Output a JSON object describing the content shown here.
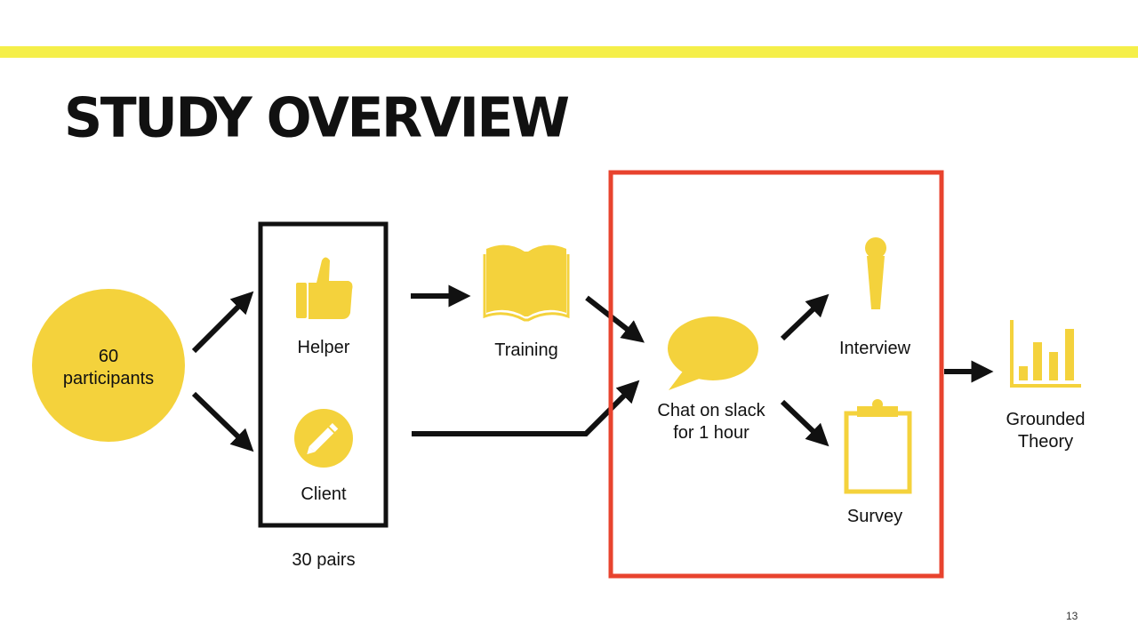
{
  "slide": {
    "title": "STUDY OVERVIEW",
    "page_number": "13",
    "accent_color": "#f5ef4a",
    "icon_color": "#f4d23c",
    "highlight_color": "#e8432e"
  },
  "diagram": {
    "participants": {
      "line1": "60",
      "line2": "participants"
    },
    "helper": {
      "label": "Helper",
      "icon": "thumbs-up-icon"
    },
    "client": {
      "label": "Client",
      "icon": "pencil-icon"
    },
    "pairs_label": "30 pairs",
    "training": {
      "label": "Training",
      "icon": "book-icon"
    },
    "chat": {
      "line1": "Chat on slack",
      "line2": "for 1 hour",
      "icon": "speech-bubble-icon"
    },
    "interview": {
      "label": "Interview",
      "icon": "microphone-icon"
    },
    "survey": {
      "label": "Survey",
      "icon": "clipboard-icon"
    },
    "grounded_theory": {
      "line1": "Grounded",
      "line2": "Theory",
      "icon": "bar-chart-icon"
    }
  }
}
